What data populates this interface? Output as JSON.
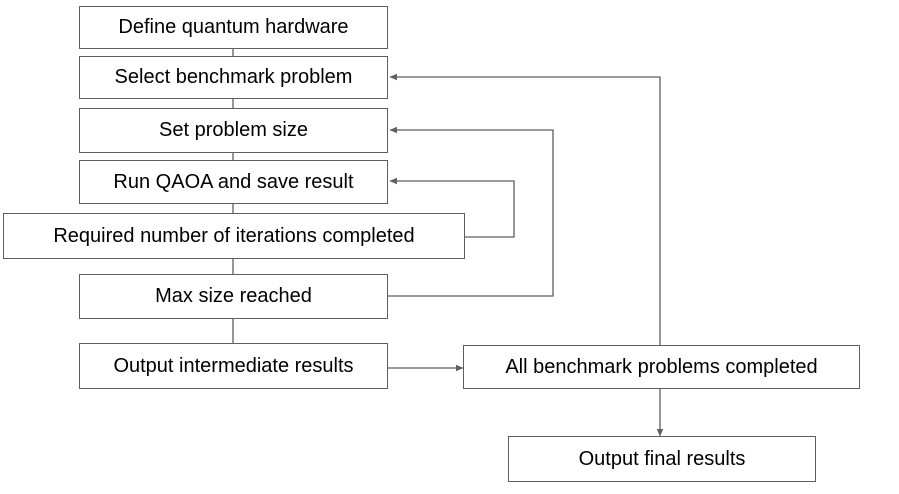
{
  "colors": {
    "line": "#5f5f5f",
    "text": "#000000",
    "background": "#ffffff"
  },
  "nodes": {
    "define_hardware": "Define quantum hardware",
    "select_problem": "Select benchmark problem",
    "set_size": "Set problem size",
    "run_qaoa": "Run QAOA and save result",
    "iterations_completed": "Required number of iterations completed",
    "max_size": "Max size reached",
    "output_intermediate": "Output intermediate results",
    "all_problems_completed": "All benchmark problems completed",
    "output_final": "Output final results"
  }
}
